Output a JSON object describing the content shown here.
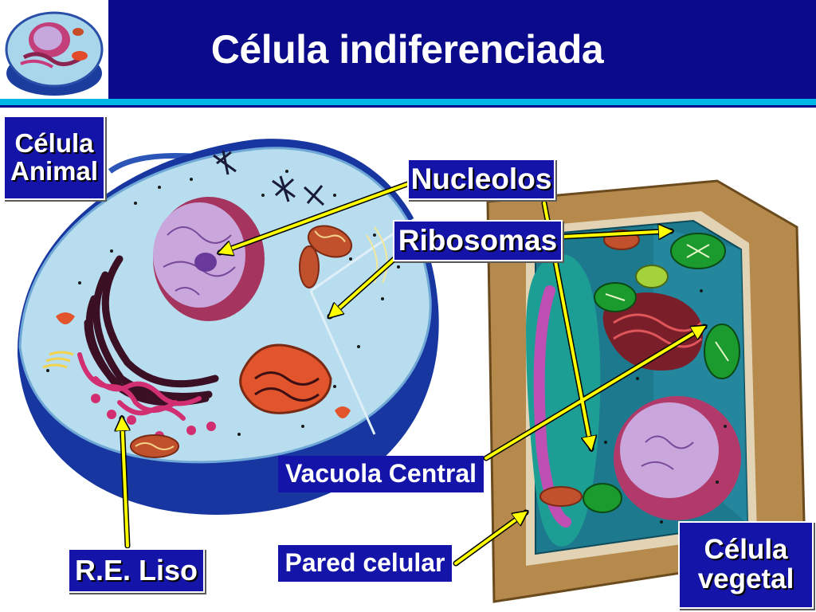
{
  "slide": {
    "title": "Célula indiferenciada"
  },
  "labels": {
    "animal_cell": "Célula Animal",
    "nucleolos": "Nucleolos",
    "ribosomas": "Ribosomas",
    "vacuola_central": "Vacuola Central",
    "pared_celular": "Pared celular",
    "re_liso": "R.E. Liso",
    "plant_cell": "Célula vegetal"
  },
  "colors": {
    "header_bg": "#0a0a8a",
    "accent_rule": "#00b7e8",
    "label_bg": "#1414a8",
    "arrow": "#ffff00"
  }
}
